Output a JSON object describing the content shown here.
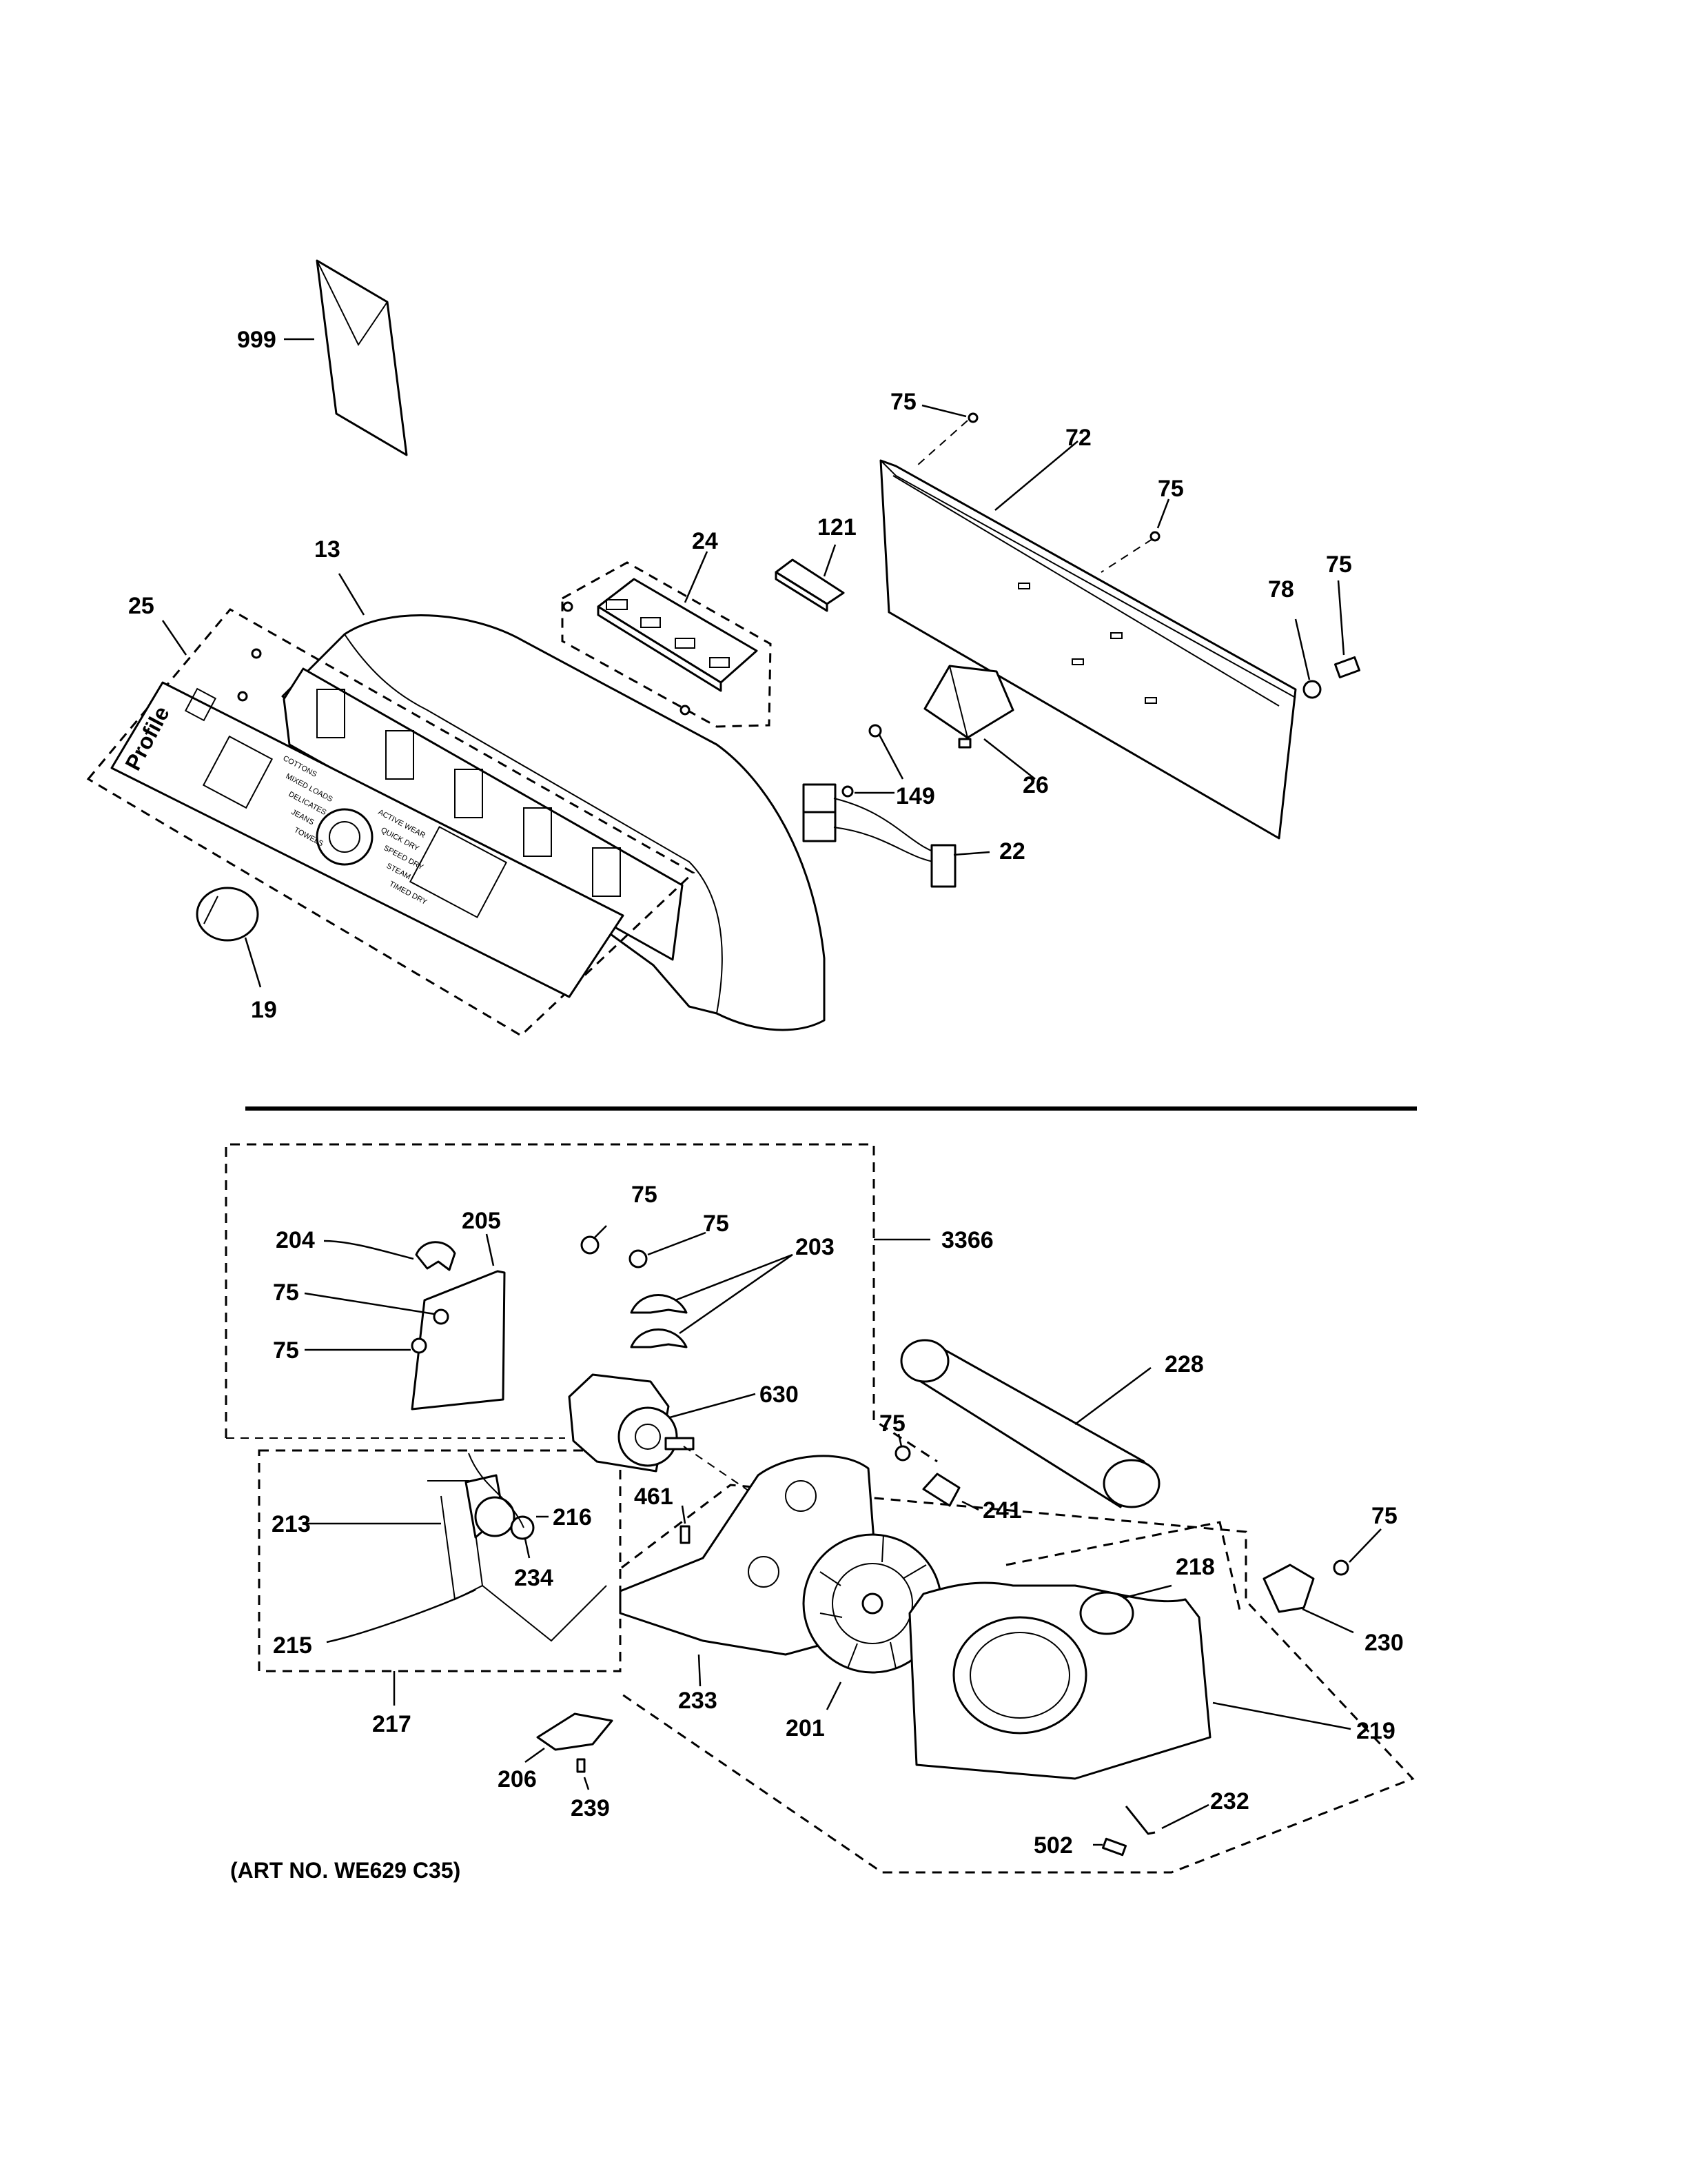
{
  "callouts": [
    {
      "id": "c999",
      "text": "999"
    },
    {
      "id": "c75a",
      "text": "75"
    },
    {
      "id": "c72",
      "text": "72"
    },
    {
      "id": "c75b",
      "text": "75"
    },
    {
      "id": "c121",
      "text": "121"
    },
    {
      "id": "c24",
      "text": "24"
    },
    {
      "id": "c13",
      "text": "13"
    },
    {
      "id": "c25",
      "text": "25"
    },
    {
      "id": "c78",
      "text": "78"
    },
    {
      "id": "c75c",
      "text": "75"
    },
    {
      "id": "c26",
      "text": "26"
    },
    {
      "id": "c149",
      "text": "149"
    },
    {
      "id": "c22",
      "text": "22"
    },
    {
      "id": "c19",
      "text": "19"
    },
    {
      "id": "c75d",
      "text": "75"
    },
    {
      "id": "c75e",
      "text": "75"
    },
    {
      "id": "c203",
      "text": "203"
    },
    {
      "id": "c3366",
      "text": "3366"
    },
    {
      "id": "c204",
      "text": "204"
    },
    {
      "id": "c205",
      "text": "205"
    },
    {
      "id": "c75f",
      "text": "75"
    },
    {
      "id": "c75g",
      "text": "75"
    },
    {
      "id": "c630",
      "text": "630"
    },
    {
      "id": "c228",
      "text": "228"
    },
    {
      "id": "c75h",
      "text": "75"
    },
    {
      "id": "c461",
      "text": "461"
    },
    {
      "id": "c241",
      "text": "241"
    },
    {
      "id": "c75i",
      "text": "75"
    },
    {
      "id": "c213",
      "text": "213"
    },
    {
      "id": "c216",
      "text": "216"
    },
    {
      "id": "c218",
      "text": "218"
    },
    {
      "id": "c234",
      "text": "234"
    },
    {
      "id": "c230",
      "text": "230"
    },
    {
      "id": "c215",
      "text": "215"
    },
    {
      "id": "c233",
      "text": "233"
    },
    {
      "id": "c201",
      "text": "201"
    },
    {
      "id": "c219",
      "text": "219"
    },
    {
      "id": "c217",
      "text": "217"
    },
    {
      "id": "c206",
      "text": "206"
    },
    {
      "id": "c239",
      "text": "239"
    },
    {
      "id": "c232",
      "text": "232"
    },
    {
      "id": "c502",
      "text": "502"
    }
  ],
  "art_number": "(ART NO. WE629 C35)",
  "panel_text": {
    "brand_script": "Profile",
    "cycle_labels": [
      "COTTONS",
      "MIXED LOADS",
      "DELICATES",
      "JEANS",
      "TOWELS",
      "ACTIVE WEAR",
      "QUICK DRY",
      "SPEED DRY",
      "STEAM",
      "TIMED DRY"
    ]
  }
}
